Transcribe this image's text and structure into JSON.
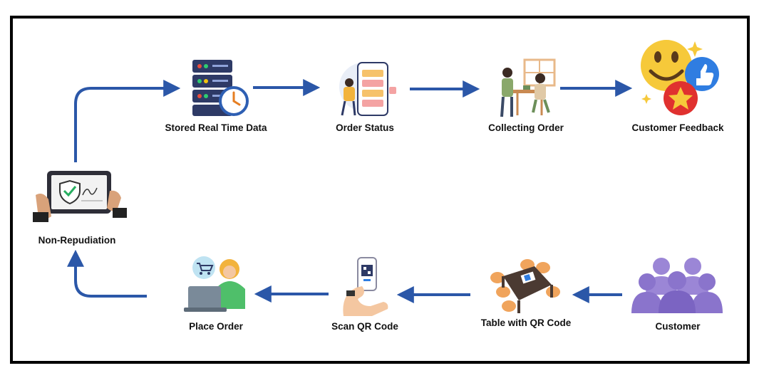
{
  "diagram": {
    "nodes": {
      "stored_data": {
        "label": "Stored Real Time Data",
        "icon": "server-clock-icon"
      },
      "order_status": {
        "label": "Order Status",
        "icon": "phone-order-icon"
      },
      "collecting_order": {
        "label": "Collecting Order",
        "icon": "restaurant-service-icon"
      },
      "customer_feedback": {
        "label": "Customer Feedback",
        "icon": "feedback-emoji-icon"
      },
      "non_repudiation": {
        "label": "Non-Repudiation",
        "icon": "tablet-signature-icon"
      },
      "place_order": {
        "label": "Place Order",
        "icon": "person-laptop-icon"
      },
      "scan_qr": {
        "label": "Scan QR Code",
        "icon": "hand-phone-qr-icon"
      },
      "table_qr": {
        "label": "Table with QR Code",
        "icon": "dining-table-icon"
      },
      "customer": {
        "label": "Customer",
        "icon": "people-group-icon"
      }
    },
    "colors": {
      "arrow": "#2b57a8",
      "frame": "#000000",
      "customer": "#9b86d6"
    }
  }
}
